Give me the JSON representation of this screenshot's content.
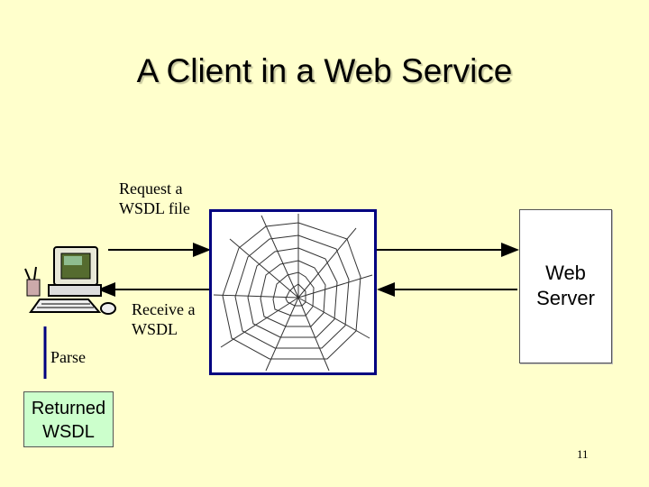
{
  "slide": {
    "title": "A Client in a Web Service",
    "page_number": "11"
  },
  "labels": {
    "request": "Request a WSDL file",
    "receive": "Receive a WSDL",
    "parse": "Parse"
  },
  "nodes": {
    "server": "Web Server",
    "returned": "Returned WSDL"
  },
  "colors": {
    "background": "#ffffcc",
    "web_border": "#000080",
    "returned_fill": "#ccffcc",
    "parse_line": "#000080"
  },
  "icons": {
    "client": "computer-icon",
    "web": "spider-web-icon"
  }
}
